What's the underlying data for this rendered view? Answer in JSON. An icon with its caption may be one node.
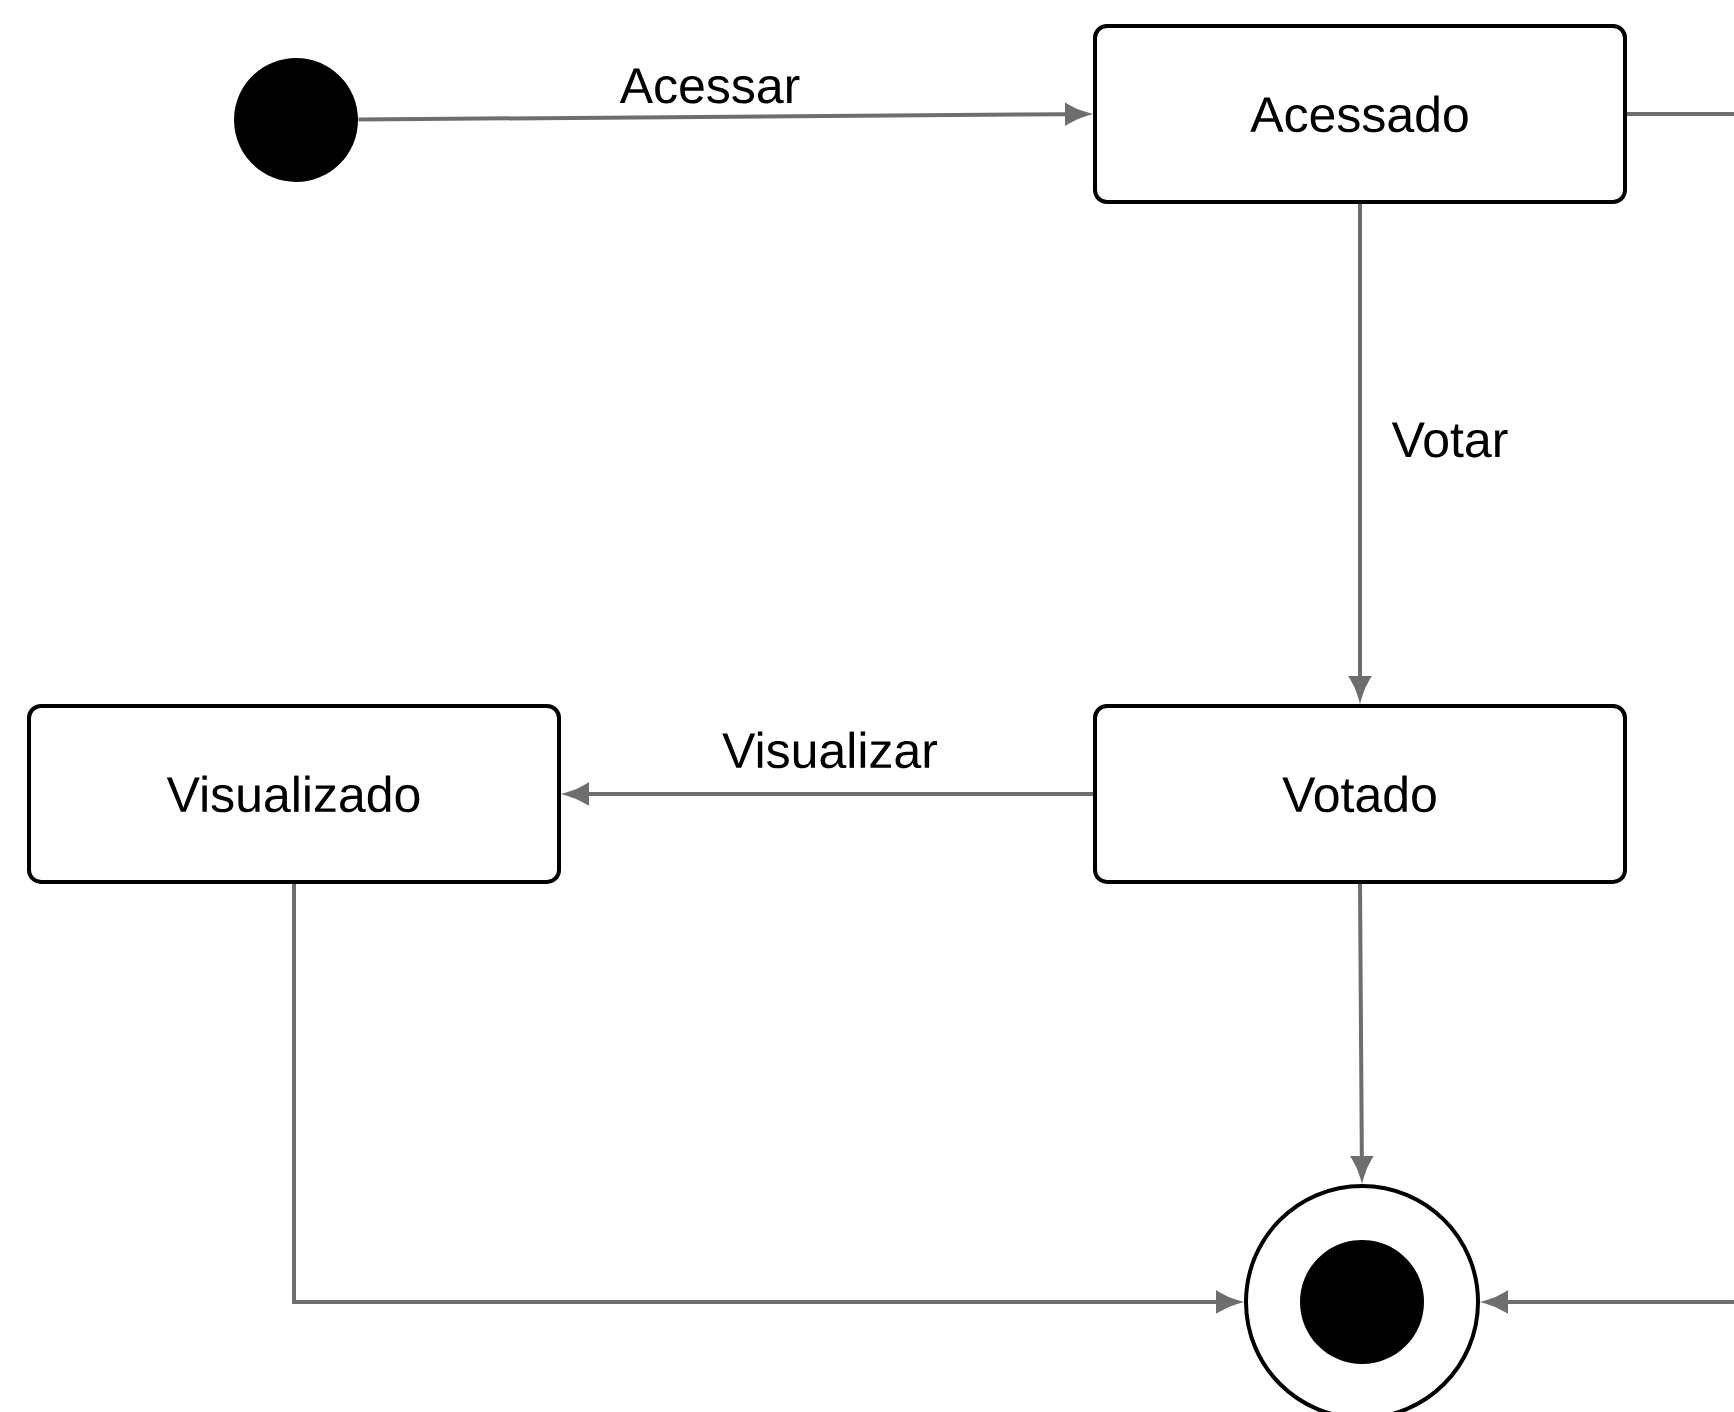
{
  "diagram": {
    "nodes": [
      {
        "text": [],
        "shape": "circle"
      },
      {
        "text": [
          "Acessado"
        ]
      },
      {
        "text": [
          "Votado"
        ]
      },
      {
        "text": [
          "Visualizado"
        ]
      },
      {
        "text": [],
        "shape": "bullseye"
      }
    ],
    "edges": [
      {
        "from": 0,
        "to": 1,
        "arrow": "to",
        "label": "Acessar"
      },
      {
        "from": 1,
        "to": 2,
        "arrow": "to",
        "label": "Votar"
      },
      {
        "from": 2,
        "to": 3,
        "arrow": "to",
        "label": "Visualizar"
      },
      {
        "from": 3,
        "to": 4,
        "arrow": "to"
      },
      {
        "from": 2,
        "to": 4,
        "arrow": "to"
      },
      {
        "from": 1,
        "to": 4,
        "arrow": "to"
      }
    ]
  }
}
